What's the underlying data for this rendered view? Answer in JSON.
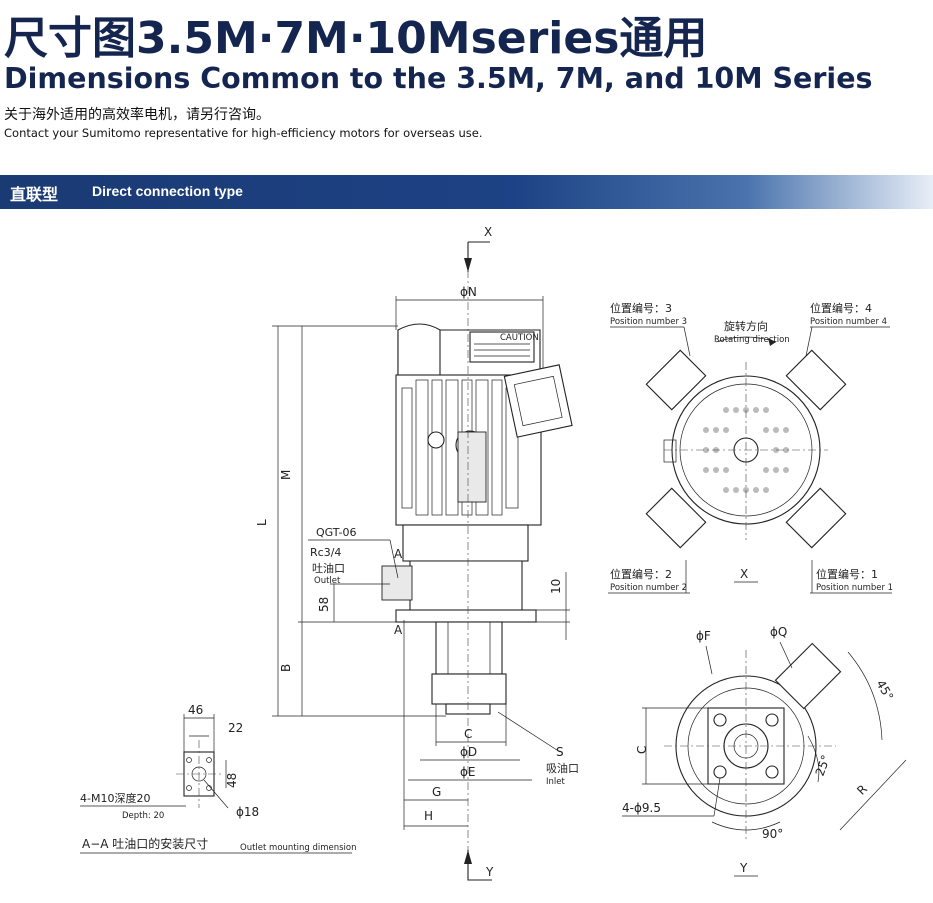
{
  "header": {
    "title_cn": "尺寸图3.5M·7M·10Mseries通用",
    "title_en": "Dimensions Common to the 3.5M, 7M, and 10M Series",
    "note_cn": "关于海外适用的高效率电机，请另行咨询。",
    "note_en": "Contact your Sumitomo representative for high-efficiency motors for overseas use."
  },
  "section": {
    "label_cn": "直联型",
    "label_en": "Direct connection type"
  },
  "side_view": {
    "view_x": "X",
    "view_y": "Y",
    "dia_n": "ϕN",
    "dim_l": "L",
    "dim_m": "M",
    "dim_b": "B",
    "dim_58": "58",
    "dim_10": "10",
    "dim_c": "C",
    "dia_d": "ϕD",
    "dia_e": "ϕE",
    "dim_g": "G",
    "dim_h": "H",
    "section_a": "A",
    "qgt": "QGT-06",
    "rc": "Rc3/4",
    "outlet_cn": "吐油口",
    "outlet_en": "Outlet",
    "inlet_s": "S",
    "inlet_cn": "吸油口",
    "inlet_en": "Inlet",
    "label_caution": "CAUTION"
  },
  "flange_detail": {
    "dim_46": "46",
    "dim_22": "22",
    "dim_48": "48",
    "dia_18": "ϕ18",
    "bolt_cn": "4-M10深度20",
    "depth_en": "Depth: 20",
    "caption_cn": "A−A 吐油口的安装尺寸",
    "caption_en": "Outlet mounting dimension"
  },
  "top_view": {
    "pos3_cn": "位置编号：3",
    "pos3_en": "Position number 3",
    "pos4_cn": "位置编号：4",
    "pos4_en": "Position number 4",
    "pos2_cn": "位置编号：2",
    "pos2_en": "Position number 2",
    "pos1_cn": "位置编号：1",
    "pos1_en": "Position number 1",
    "rot_cn": "旋转方向",
    "rot_en": "Rotating direction",
    "view_x": "X"
  },
  "bottom_view": {
    "dia_f": "ϕF",
    "dia_q": "ϕQ",
    "dim_c": "C",
    "ang_45": "45°",
    "ang_25": "25°",
    "dim_r": "R",
    "holes": "4-ϕ9.5",
    "ang_90": "90°",
    "view_y": "Y"
  }
}
